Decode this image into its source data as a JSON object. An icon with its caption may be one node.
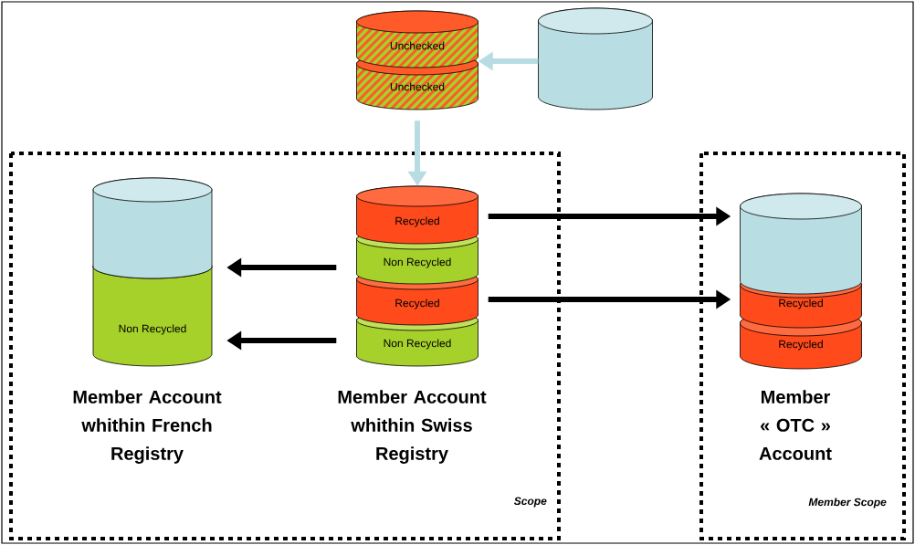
{
  "diagram": {
    "nodes": [
      {
        "text": [
          "Unchecked",
          "Unchecked"
        ]
      },
      {
        "text": [],
        "shape": "cylinder"
      },
      {
        "text": [
          "Scope"
        ]
      },
      {
        "text": [
          "Non Recycled"
        ],
        "beside": [
          "Member Account whithin French Registry"
        ],
        "in": 2
      },
      {
        "text": [
          "Recycled",
          "Non Recycled",
          "Recycled",
          "Non Recycled"
        ],
        "beside": [
          "Member Account whithin Swiss Registry"
        ],
        "in": 2
      },
      {
        "text": [
          "Member Scope"
        ]
      },
      {
        "text": [
          "Recycled",
          "Recycled"
        ],
        "beside": [
          "Member « OTC » Account"
        ],
        "in": 5
      }
    ],
    "edges": [
      {
        "from": 1,
        "to": 0,
        "arrow": "to",
        "color": "#b7dde3"
      },
      {
        "from": 0,
        "to": 4,
        "arrow": "to",
        "color": "#b7dde3"
      },
      {
        "from": 4,
        "to": 3,
        "arrow": "to"
      },
      {
        "from": 4,
        "to": 3,
        "arrow": "to"
      },
      {
        "from": 4,
        "to": 6,
        "arrow": "to"
      },
      {
        "from": 4,
        "to": 6,
        "arrow": "to"
      }
    ]
  }
}
